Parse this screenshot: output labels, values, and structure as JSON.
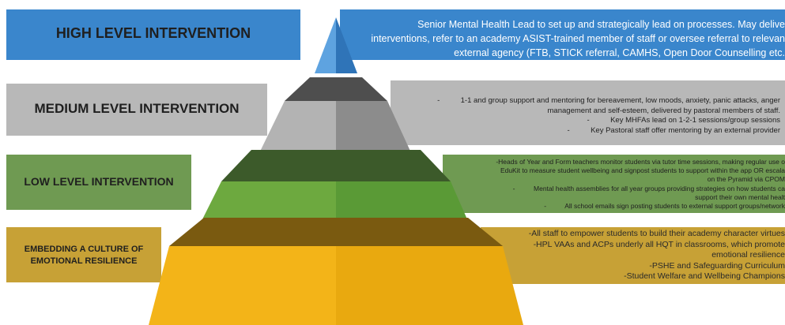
{
  "levels": [
    {
      "label": "HIGH LEVEL INTERVENTION",
      "color": "#3a86cc",
      "text_color": "#ffffff",
      "description": "Senior Mental Health Lead to set up and strategically lead on processes. May delive\ninterventions, refer to an academy ASIST-trained member of staff or oversee referral to relevan\nexternal agency (FTB, STICK referral, CAMHS, Open Door Counselling etc."
    },
    {
      "label": "MEDIUM LEVEL INTERVENTION",
      "color": "#b8b8b8",
      "text_color": "#1f1f1f",
      "description": "-          1-1 and group support and mentoring for bereavement, low moods, anxiety, panic attacks, anger\nmanagement and self-esteem, delivered by pastoral members of staff.\n-          Key MHFAs lead on 1-2-1 sessions/group sessions\n-          Key Pastoral staff offer mentoring by an external provider"
    },
    {
      "label": "LOW LEVEL INTERVENTION",
      "color": "#6f9a52",
      "text_color": "#1f1f1f",
      "description": "-Heads of Year and Form teachers monitor students via tutor time sessions, making regular use o\nEduKit to measure student wellbeing and signpost students to support within the app OR escala\non the Pyramid via CPOM\n-          Mental health assemblies for all year groups providing strategies on how students ca\nsupport their own mental healt\n-          All school emails sign posting students to external support groups/network"
    },
    {
      "label": "EMBEDDING A CULTURE OF\nEMOTIONAL RESILIENCE",
      "color": "#c7a136",
      "text_color": "#1f1f1f",
      "description": "-All staff to empower students to build their academy character virtues\n-HPL VAAs and ACPs underly all HQT in classrooms, which promote\nemotional resilience\n-PSHE and Safeguarding Curriculum\n-Student Welfare and Wellbeing Champions"
    }
  ]
}
